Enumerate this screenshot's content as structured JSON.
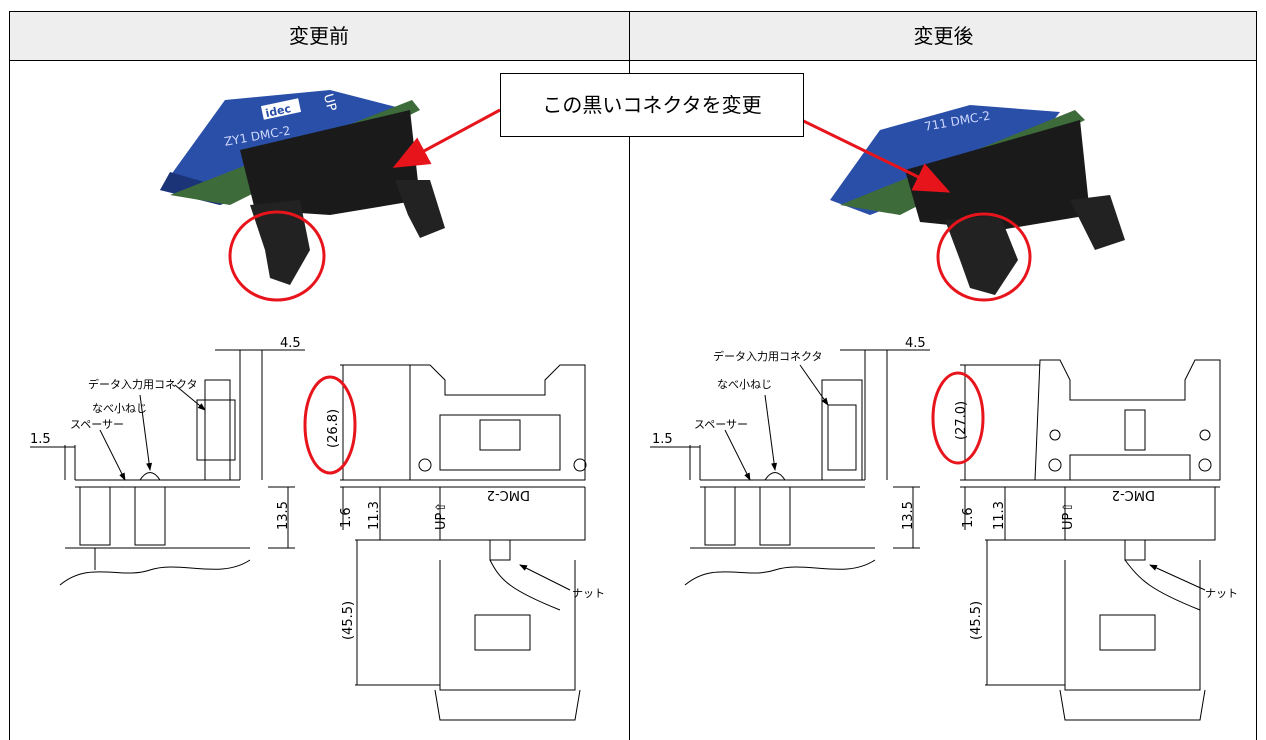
{
  "table": {
    "before_header": "変更前",
    "after_header": "変更後"
  },
  "callout": {
    "text": "この黒いコネクタを変更"
  },
  "photo_labels": {
    "brand": "idec",
    "up": "UP",
    "model_before": "ZY1 DMC-2",
    "model_after": "711 DMC-2"
  },
  "drawing_left": {
    "connector_label": "データ入力用コネクタ",
    "screw_label": "なべ小ねじ",
    "spacer_label": "スペーサー",
    "nut_label": "ナット",
    "dim_45": "4.5",
    "dim_15": "1.5",
    "dim_135": "13.5",
    "dim_height": "(26.8)",
    "dim_16": "1.6",
    "dim_113": "11.3",
    "dim_455": "(45.5)",
    "part_label": "DMC-2",
    "up_label": "UP⇧"
  },
  "drawing_right": {
    "connector_label": "データ入力用コネクタ",
    "screw_label": "なべ小ねじ",
    "spacer_label": "スペーサー",
    "nut_label": "ナット",
    "dim_45": "4.5",
    "dim_15": "1.5",
    "dim_135": "13.5",
    "dim_height": "(27.0)",
    "dim_16": "1.6",
    "dim_113": "11.3",
    "dim_455": "(45.5)",
    "part_label": "DMC-2",
    "up_label": "UP⇧"
  },
  "colors": {
    "highlight": "#e8141c",
    "module_blue": "#2a4fa8",
    "header_bg": "#eeeeee"
  }
}
